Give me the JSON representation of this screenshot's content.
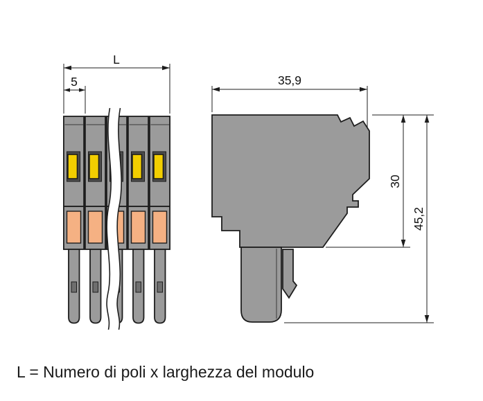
{
  "diagram": {
    "caption": "L = Numero di poli x larghezza del modulo",
    "dimensions": {
      "total_width_label": "L",
      "pitch": "5",
      "side_width": "35,9",
      "body_height": "30",
      "total_height": "45,2"
    },
    "colors": {
      "body_gray": "#9b9b9b",
      "lever_yellow": "#f2ce00",
      "opening_orange": "#f5b183",
      "outline": "#1d1d1d"
    }
  }
}
